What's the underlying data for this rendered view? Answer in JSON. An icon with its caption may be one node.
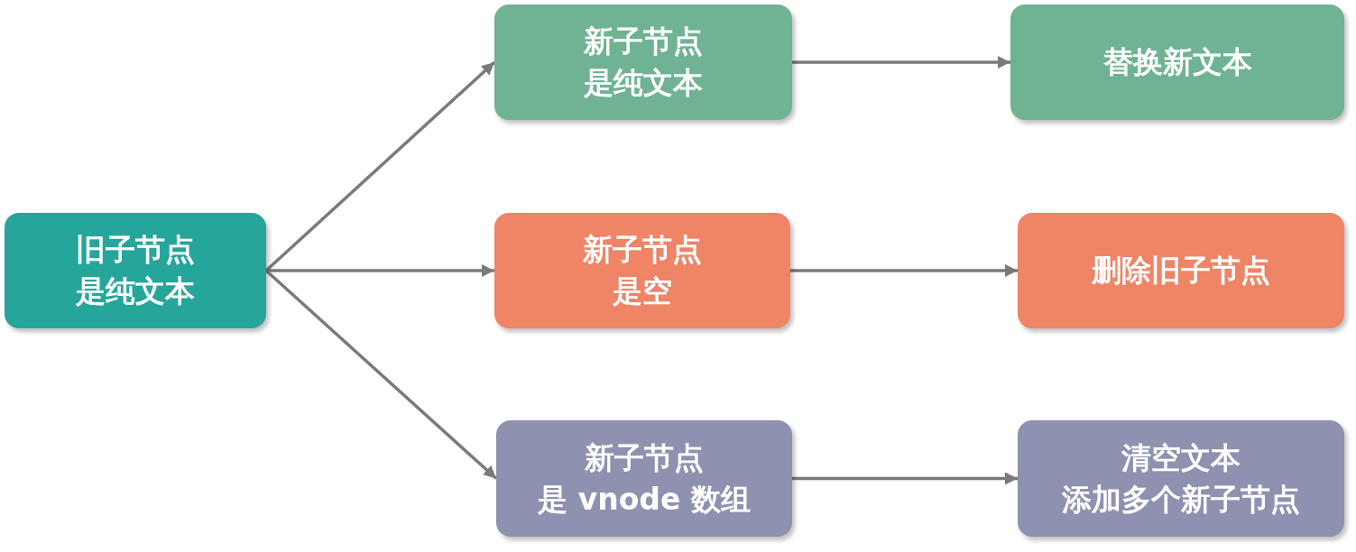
{
  "diagram": {
    "nodes": [
      {
        "text": [
          "旧子节点是纯文本"
        ]
      },
      {
        "text": [
          "新子节点是纯文本"
        ]
      },
      {
        "text": [
          "新子节点是空"
        ]
      },
      {
        "text": [
          "新子节点是 vnode 数组"
        ]
      },
      {
        "text": [
          "替换新文本"
        ]
      },
      {
        "text": [
          "删除旧子节点"
        ]
      },
      {
        "text": [
          "清空文本添加多个新子节点"
        ]
      }
    ],
    "edges": [
      {
        "from": 0,
        "to": 1,
        "arrow": "to"
      },
      {
        "from": 0,
        "to": 2,
        "arrow": "to"
      },
      {
        "from": 0,
        "to": 3,
        "arrow": "to"
      },
      {
        "from": 1,
        "to": 4,
        "arrow": "to"
      },
      {
        "from": 2,
        "to": 5,
        "arrow": "to"
      },
      {
        "from": 3,
        "to": 6,
        "arrow": "to"
      }
    ]
  }
}
